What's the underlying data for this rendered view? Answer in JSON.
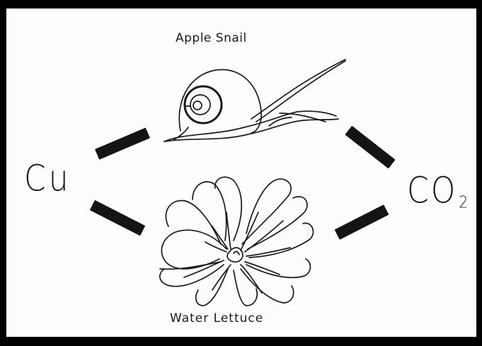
{
  "diagram": {
    "organisms": {
      "top": "Apple Snail",
      "bottom": "Water Lettuce"
    },
    "left_node": "Cu",
    "right_node": {
      "base": "CO",
      "subscript": "2"
    },
    "edges": [
      {
        "from": "Cu",
        "to": "Apple Snail"
      },
      {
        "from": "Cu",
        "to": "Water Lettuce"
      },
      {
        "from": "Apple Snail",
        "to": "CO2"
      },
      {
        "from": "Water Lettuce",
        "to": "CO2"
      }
    ],
    "colors": {
      "ink": "#1a1a1a",
      "frame": "#000000",
      "paper": "#fdfdfd"
    }
  }
}
